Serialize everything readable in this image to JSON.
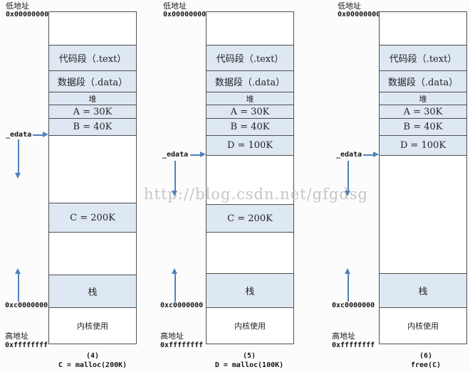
{
  "watermark": "http://blog.csdn.net/gfgdsg",
  "shared": {
    "low_address_label": "低地址",
    "low_address_value": "0x00000000",
    "high_address_label": "高地址",
    "high_address_value": "0xffffffff",
    "kernel_boundary_value": "0xc0000000",
    "edata_label": "_edata"
  },
  "segments": {
    "text_seg": "代码段（.text）",
    "data_seg": "数据段（.data）",
    "heap": "堆",
    "block_a": "A = 30K",
    "block_b": "B = 40K",
    "block_c": "C = 200K",
    "block_d": "D = 100K",
    "stack": "栈",
    "kernel": "内核使用"
  },
  "columns": [
    {
      "step": "(4)",
      "operation": "C = malloc(200K)"
    },
    {
      "step": "(5)",
      "operation": "D = malloc(100K)"
    },
    {
      "step": "(6)",
      "operation": "free(C)"
    }
  ],
  "colors": {
    "segment_fill": "#dee8f3",
    "border": "#4f4f4f",
    "arrow": "#4f81bd",
    "watermark": "#c5c5c5"
  }
}
